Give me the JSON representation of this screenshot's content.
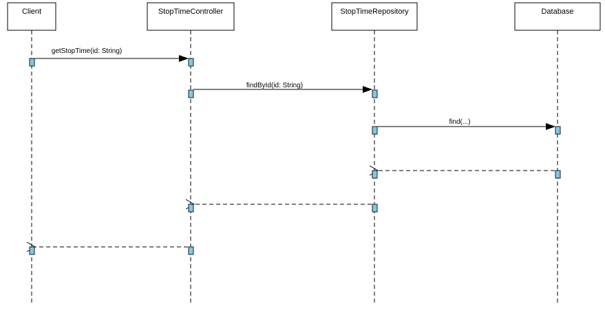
{
  "colors": {
    "line": "#000000",
    "activation_fill": "#7ec8ec",
    "activation_stroke": "#1a1a1a",
    "box_fill": "#ffffff"
  },
  "participants": [
    {
      "id": "client",
      "label": "Client"
    },
    {
      "id": "controller",
      "label": "StopTimeController"
    },
    {
      "id": "repository",
      "label": "StopTimeRepository"
    },
    {
      "id": "database",
      "label": "Database"
    }
  ],
  "messages": [
    {
      "id": "msg-getstoptime",
      "from": "client",
      "to": "controller",
      "label": "getStopTime(id: String)",
      "kind": "call"
    },
    {
      "id": "msg-findbyid",
      "from": "controller",
      "to": "repository",
      "label": "findById(id: String)",
      "kind": "call"
    },
    {
      "id": "msg-find",
      "from": "repository",
      "to": "database",
      "label": "find(...)",
      "kind": "call"
    },
    {
      "id": "msg-return-database",
      "from": "database",
      "to": "repository",
      "label": "",
      "kind": "return"
    },
    {
      "id": "msg-return-repository",
      "from": "repository",
      "to": "controller",
      "label": "",
      "kind": "return"
    },
    {
      "id": "msg-return-controller",
      "from": "controller",
      "to": "client",
      "label": "",
      "kind": "return"
    }
  ]
}
